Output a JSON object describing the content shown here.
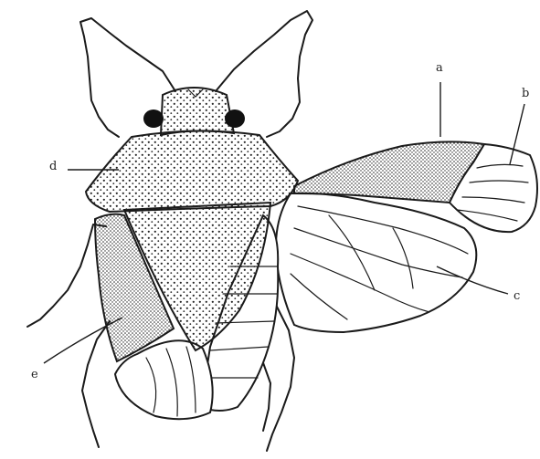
{
  "figure": {
    "labels": [
      {
        "key": "a",
        "text": "a"
      },
      {
        "key": "b",
        "text": "b"
      },
      {
        "key": "c",
        "text": "c"
      },
      {
        "key": "d",
        "text": "d"
      },
      {
        "key": "e",
        "text": "e"
      }
    ]
  }
}
